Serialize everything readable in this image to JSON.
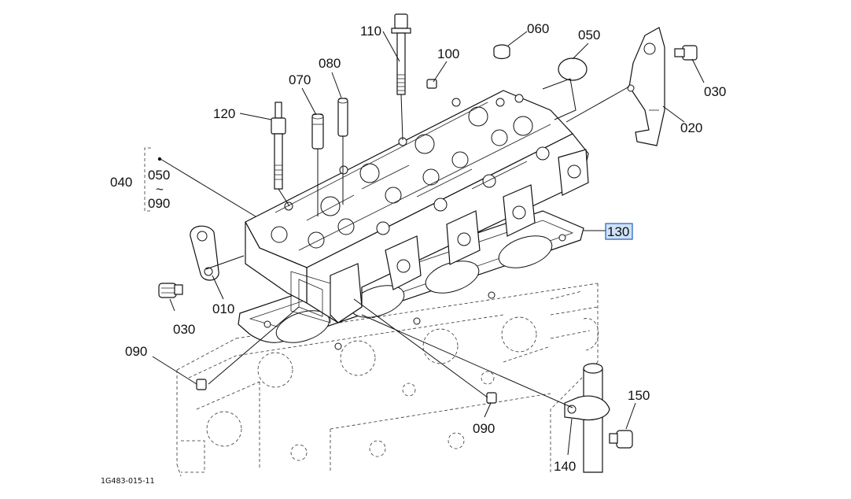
{
  "diagram_id": "1G483-015-11",
  "callouts": {
    "p110": "110",
    "p060": "060",
    "p050": "050",
    "p100": "100",
    "p080": "080",
    "p070": "070",
    "p120": "120",
    "p040": "040",
    "p040_range_start": "050",
    "p040_range_sep": "~",
    "p040_range_end": "090",
    "p030_right": "030",
    "p020": "020",
    "p130": "130",
    "p010": "010",
    "p030_left": "030",
    "p090_left": "090",
    "p090_right": "090",
    "p150": "150",
    "p140": "140"
  },
  "highlighted_part": "130",
  "colors": {
    "highlight_fill": "#cfe2f7",
    "highlight_border": "#1f5fbf",
    "ink": "#111111"
  }
}
